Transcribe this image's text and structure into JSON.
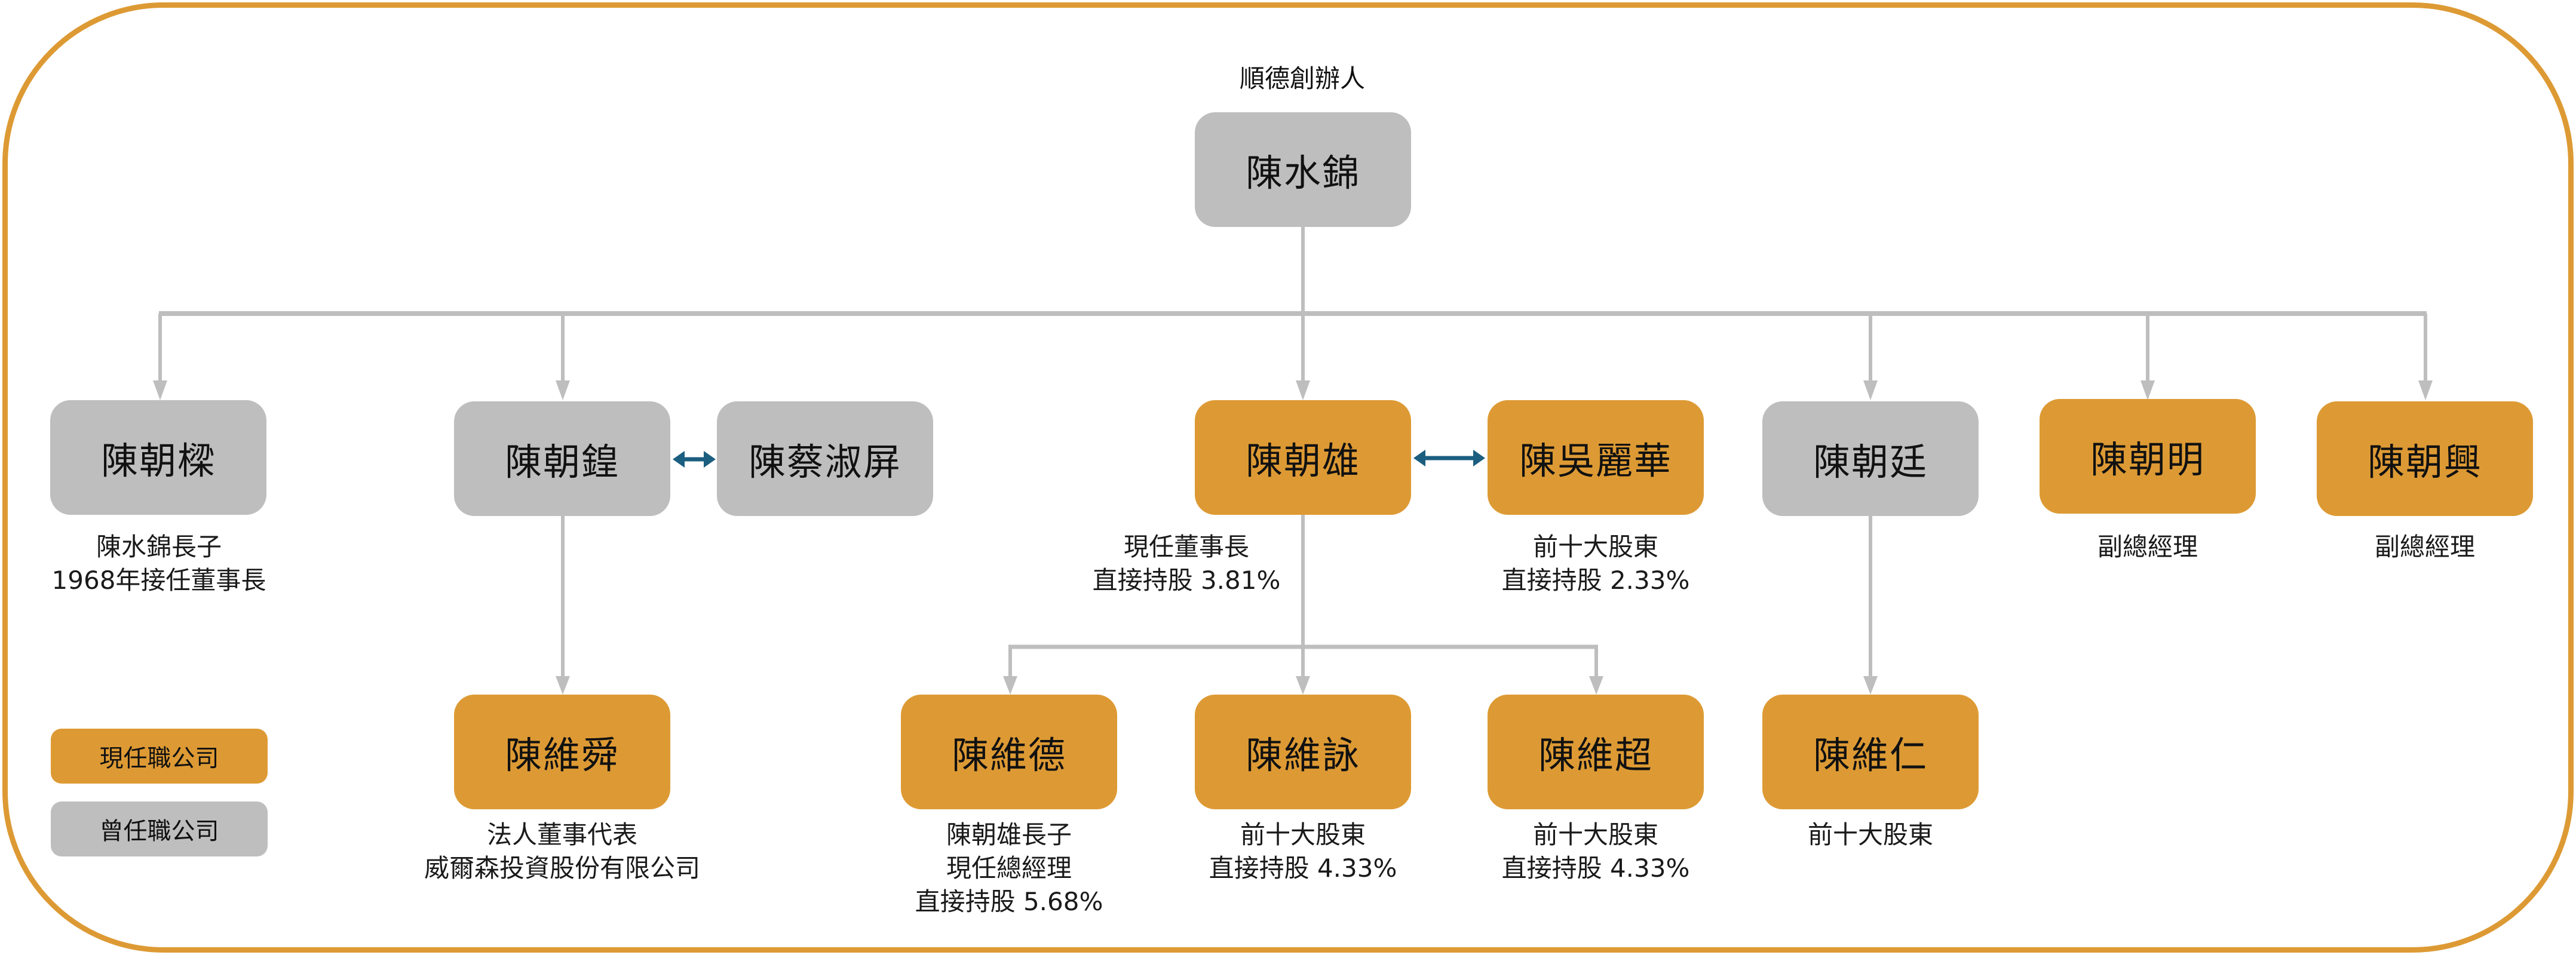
{
  "title": "順德創辦人",
  "colors": {
    "current": "#DD9A34",
    "former": "#BEBEBE",
    "frame": "#DD9A34",
    "connector": "#BEBEBE",
    "spouse_arrow": "#1B5E80"
  },
  "root": {
    "name": "陳水錦",
    "status": "former"
  },
  "children": [
    {
      "name": "陳朝樑",
      "status": "former",
      "notes": [
        "陳水錦長子",
        "1968年接任董事長"
      ]
    },
    {
      "name": "陳朝鍠",
      "status": "former",
      "notes": [],
      "spouse": {
        "name": "陳蔡淑屏",
        "status": "former",
        "notes": []
      },
      "children": [
        {
          "name": "陳維舜",
          "status": "current",
          "notes": [
            "法人董事代表",
            "威爾森投資股份有限公司"
          ]
        }
      ]
    },
    {
      "name": "陳朝雄",
      "status": "current",
      "notes": [
        "現任董事長",
        "直接持股 3.81%"
      ],
      "spouse": {
        "name": "陳吳麗華",
        "status": "current",
        "notes": [
          "前十大股東",
          "直接持股 2.33%"
        ]
      },
      "children": [
        {
          "name": "陳維德",
          "status": "current",
          "notes": [
            "陳朝雄長子",
            "現任總經理",
            "直接持股 5.68%"
          ]
        },
        {
          "name": "陳維詠",
          "status": "current",
          "notes": [
            "前十大股東",
            "直接持股 4.33%"
          ]
        },
        {
          "name": "陳維超",
          "status": "current",
          "notes": [
            "前十大股東",
            "直接持股 4.33%"
          ]
        }
      ]
    },
    {
      "name": "陳朝廷",
      "status": "former",
      "notes": [],
      "children": [
        {
          "name": "陳維仁",
          "status": "current",
          "notes": [
            "前十大股東"
          ]
        }
      ]
    },
    {
      "name": "陳朝明",
      "status": "current",
      "notes": [
        "副總經理"
      ]
    },
    {
      "name": "陳朝興",
      "status": "current",
      "notes": [
        "副總經理"
      ]
    }
  ],
  "legend": [
    {
      "label": "現任職公司",
      "status": "current"
    },
    {
      "label": "曾任職公司",
      "status": "former"
    }
  ]
}
